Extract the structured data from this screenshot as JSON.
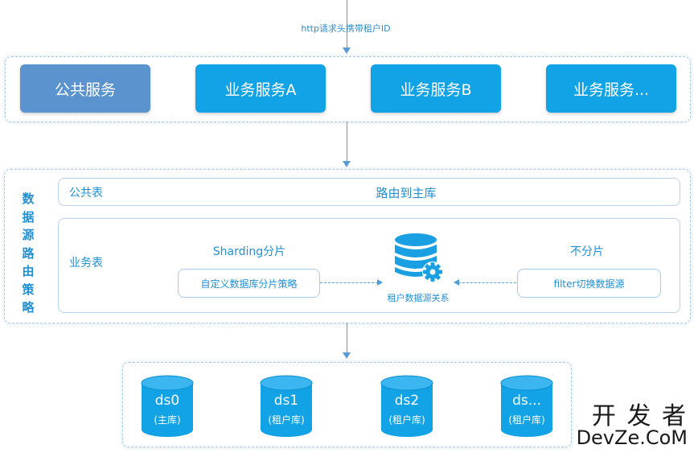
{
  "header": {
    "request_label": "http请求头携带租户ID"
  },
  "services": [
    {
      "label": "公共服务",
      "kind": "public"
    },
    {
      "label": "业务服务A",
      "kind": "business"
    },
    {
      "label": "业务服务B",
      "kind": "business"
    },
    {
      "label": "业务服务...",
      "kind": "business"
    }
  ],
  "routing": {
    "title_chars": [
      "数",
      "据",
      "源",
      "路",
      "由",
      "策",
      "略"
    ],
    "public_table": {
      "label": "公共表",
      "route": "路由到主库"
    },
    "business_table": {
      "label": "业务表",
      "sharding_title": "Sharding分片",
      "sharding_strategy": "自定义数据库分片策略",
      "center_label": "租户数据源关系",
      "no_shard_title": "不分片",
      "filter_label": "filter切换数据源"
    }
  },
  "datasources": [
    {
      "name": "ds0",
      "role": "(主库)"
    },
    {
      "name": "ds1",
      "role": "(租户库)"
    },
    {
      "name": "ds2",
      "role": "(租户库)"
    },
    {
      "name": "ds...",
      "role": "(租户库)"
    }
  ],
  "watermark": {
    "top": "开 发 者",
    "bottom": "DevZe.CoM"
  },
  "colors": {
    "public_service": "#5b93cf",
    "business_service": "#12a2e6",
    "database": "#12a2e6",
    "text": "#1f8fd6"
  }
}
